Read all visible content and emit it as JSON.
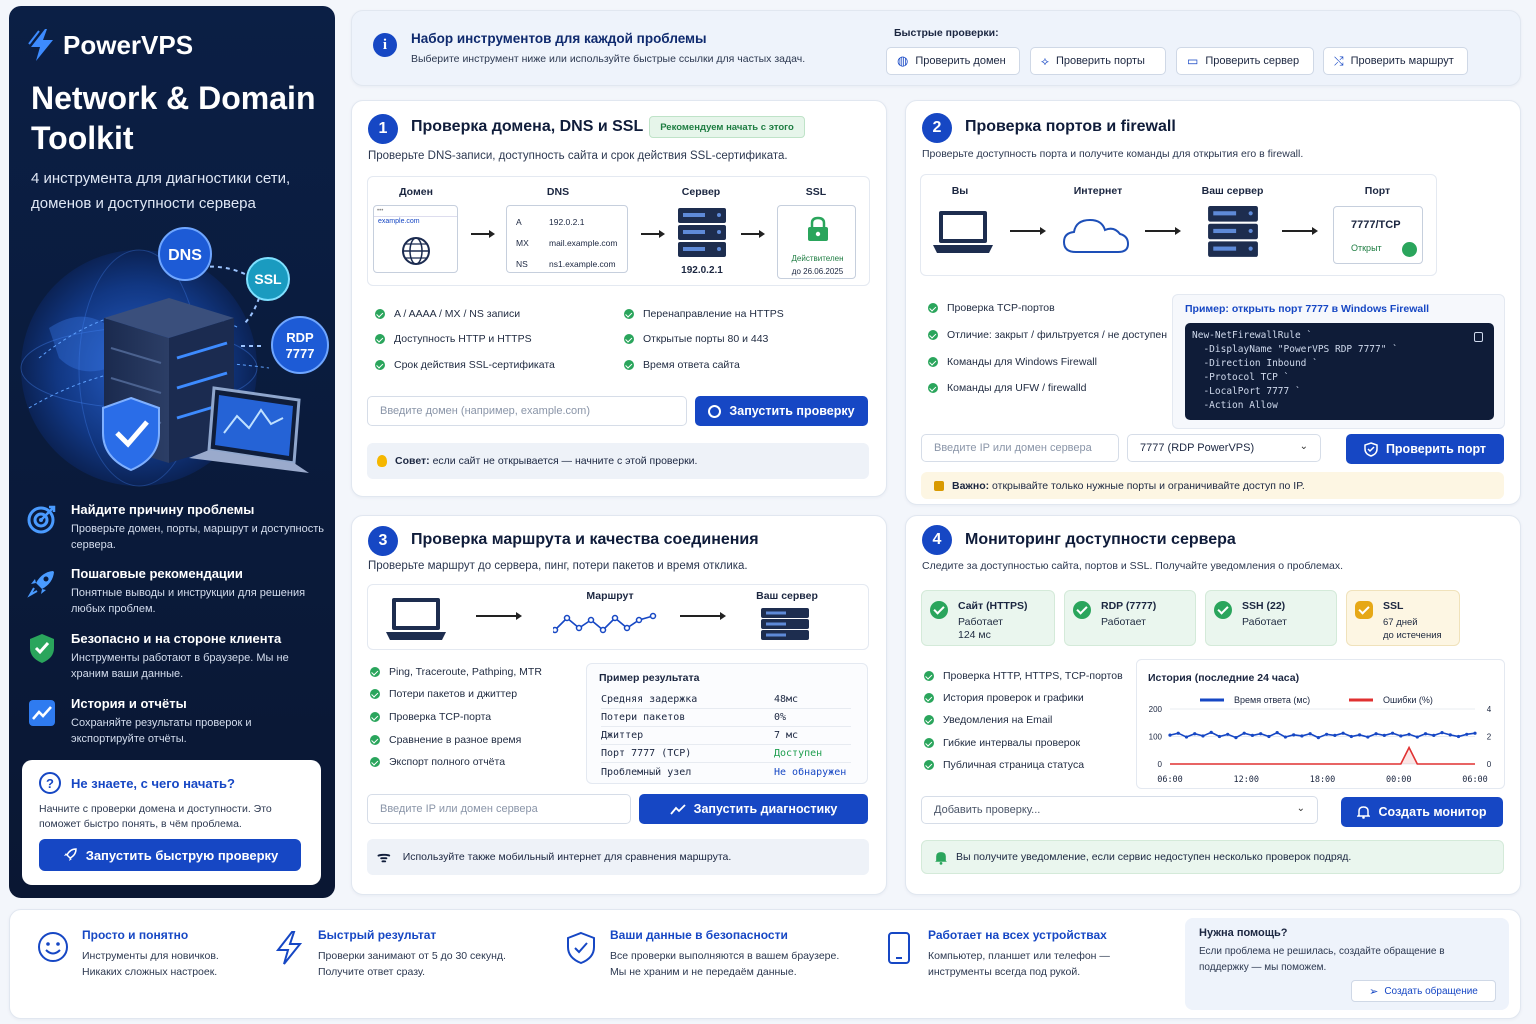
{
  "sidebar": {
    "brand": "PowerVPS",
    "title": "Network & Domain Toolkit",
    "subtitle": "4 инструмента для диагностики сети, доменов и доступности сервера",
    "illustration_labels": {
      "dns": "DNS",
      "ssl": "SSL",
      "rdp": "RDP",
      "rdp_port": "7777"
    },
    "features": [
      {
        "title": "Найдите причину проблемы",
        "desc": "Проверьте домен, порты, маршрут и доступность сервера."
      },
      {
        "title": "Пошаговые рекомендации",
        "desc": "Понятные выводы и инструкции для решения любых проблем."
      },
      {
        "title": "Безопасно и на стороне клиента",
        "desc": "Инструменты работают в браузере. Мы не храним ваши данные."
      },
      {
        "title": "История и отчёты",
        "desc": "Сохраняйте результаты проверок и экспортируйте отчёты."
      }
    ],
    "help": {
      "title": "Не знаете, с чего начать?",
      "desc": "Начните с проверки домена и доступности. Это поможет быстро понять, в чём проблема.",
      "button": "Запустить быструю проверку"
    }
  },
  "banner": {
    "title": "Набор инструментов для каждой проблемы",
    "desc": "Выберите инструмент ниже или используйте быстрые ссылки для частых задач.",
    "quick_label": "Быстрые проверки:",
    "quick": [
      "Проверить домен",
      "Проверить порты",
      "Проверить сервер",
      "Проверить маршрут"
    ]
  },
  "card1": {
    "num": "1",
    "title": "Проверка домена, DNS и SSL",
    "badge": "Рекомендуем начать с этого",
    "desc": "Проверьте DNS-записи, доступность сайта и срок действия SSL-сертификата.",
    "flow": {
      "labels": [
        "Домен",
        "DNS",
        "Сервер",
        "SSL"
      ],
      "domain_text": "example.com",
      "dns_rows": [
        [
          "A",
          "192.0.2.1"
        ],
        [
          "MX",
          "mail.example.com"
        ],
        [
          "NS",
          "ns1.example.com"
        ]
      ],
      "server_ip": "192.0.2.1",
      "ssl_valid": "Действителен",
      "ssl_until": "до 26.06.2025"
    },
    "checks_left": [
      "A / AAAA / MX / NS записи",
      "Доступность HTTP и HTTPS",
      "Срок действия SSL-сертификата"
    ],
    "checks_right": [
      "Перенаправление на HTTPS",
      "Открытые порты 80 и 443",
      "Время ответа сайта"
    ],
    "input_placeholder": "Введите домен (например, example.com)",
    "button": "Запустить проверку",
    "tip_bold": "Совет:",
    "tip": "если сайт не открывается — начните с этой проверки."
  },
  "card2": {
    "num": "2",
    "title": "Проверка портов и firewall",
    "desc": "Проверьте доступность порта и получите команды для открытия его в firewall.",
    "flow": {
      "labels": [
        "Вы",
        "Интернет",
        "Ваш сервер",
        "Порт"
      ],
      "port": "7777/TCP",
      "port_status": "Открыт"
    },
    "checks": [
      "Проверка TCP-портов",
      "Отличие: закрыт / фильтруется / не доступен",
      "Команды для Windows Firewall",
      "Команды для UFW / firewalld"
    ],
    "example_title": "Пример: открыть порт 7777 в Windows Firewall",
    "code": [
      "New-NetFirewallRule `",
      "  -DisplayName \"PowerVPS RDP 7777\" `",
      "  -Direction Inbound `",
      "  -Protocol TCP `",
      "  -LocalPort 7777 `",
      "  -Action Allow"
    ],
    "input_placeholder": "Введите IP или домен сервера",
    "select_value": "7777 (RDP PowerVPS)",
    "button": "Проверить порт",
    "warn_bold": "Важно:",
    "warn": "открывайте только нужные порты и ограничивайте доступ по IP."
  },
  "card3": {
    "num": "3",
    "title": "Проверка маршрута и качества соединения",
    "desc": "Проверьте маршрут до сервера, пинг, потери пакетов и время отклика.",
    "flow": {
      "route": "Маршрут",
      "server": "Ваш сервер"
    },
    "checks": [
      "Ping, Traceroute, Pathping, MTR",
      "Потери пакетов и джиттер",
      "Проверка TCP-порта",
      "Сравнение в разное время",
      "Экспорт полного отчёта"
    ],
    "result_title": "Пример результата",
    "results": [
      [
        "Средняя задержка",
        "48мс"
      ],
      [
        "Потери пакетов",
        "0%"
      ],
      [
        "Джиттер",
        "7 мс"
      ],
      [
        "Порт 7777 (TCP)",
        "Доступен"
      ],
      [
        "Проблемный узел",
        "Не обнаружен"
      ]
    ],
    "input_placeholder": "Введите IP или домен сервера",
    "button": "Запустить диагностику",
    "tip": "Используйте также мобильный интернет для сравнения маршрута."
  },
  "card4": {
    "num": "4",
    "title": "Мониторинг доступности сервера",
    "desc": "Следите за доступностью сайта, портов и SSL. Получайте уведомления о проблемах.",
    "stats": [
      {
        "title": "Сайт (HTTPS)",
        "line1": "Работает",
        "line2": "124 мс"
      },
      {
        "title": "RDP (7777)",
        "line1": "Работает",
        "line2": ""
      },
      {
        "title": "SSH (22)",
        "line1": "Работает",
        "line2": ""
      },
      {
        "title": "SSL",
        "line1": "67 дней",
        "line2": "до истечения"
      }
    ],
    "checks": [
      "Проверка HTTP, HTTPS, TCP-портов",
      "История проверок и графики",
      "Уведомления на Email",
      "Гибкие интервалы проверок",
      "Публичная страница статуса"
    ],
    "select_placeholder": "Добавить проверку...",
    "button": "Создать монитор",
    "note": "Вы получите уведомление, если сервис недоступен несколько проверок подряд."
  },
  "chart_data": {
    "type": "line",
    "title": "История (последние 24 часа)",
    "x": [
      "06:00",
      "12:00",
      "18:00",
      "00:00",
      "06:00"
    ],
    "ylim_left": [
      0,
      200
    ],
    "yticks_left": [
      0,
      100,
      200
    ],
    "ylim_right": [
      0,
      4
    ],
    "yticks_right": [
      0,
      2,
      4
    ],
    "series": [
      {
        "name": "Время ответа (мс)",
        "color": "#1647c4",
        "axis": "left",
        "values": [
          105,
          112,
          98,
          110,
          102,
          115,
          100,
          108,
          96,
          112,
          104,
          110,
          100,
          114,
          98,
          106,
          102,
          110,
          96,
          108,
          104,
          112,
          100,
          106,
          98,
          110,
          104,
          112,
          102,
          108,
          98,
          110,
          104,
          114,
          106,
          100,
          108,
          112
        ]
      },
      {
        "name": "Ошибки (%)",
        "color": "#e03131",
        "axis": "right",
        "values": [
          0,
          0,
          0,
          0,
          0,
          0,
          0,
          0,
          0,
          0,
          0,
          0,
          0,
          0,
          0,
          0,
          0,
          0,
          0,
          0,
          0,
          0,
          0,
          0,
          0,
          0,
          0,
          0,
          0,
          1.2,
          0,
          0,
          0,
          0,
          0,
          0,
          0,
          0
        ]
      }
    ]
  },
  "footer": [
    {
      "title": "Просто и понятно",
      "desc": "Инструменты для новичков. Никаких сложных настроек."
    },
    {
      "title": "Быстрый результат",
      "desc": "Проверки занимают от 5 до 30 секунд. Получите ответ сразу."
    },
    {
      "title": "Ваши данные в безопасности",
      "desc": "Все проверки выполняются в вашем браузере. Мы не храним и не передаём данные."
    },
    {
      "title": "Работает на всех устройствах",
      "desc": "Компьютер, планшет или телефон — инструменты всегда под рукой."
    }
  ],
  "support": {
    "title": "Нужна помощь?",
    "desc": "Если проблема не решилась, создайте обращение в поддержку — мы поможем.",
    "button": "Создать обращение"
  }
}
